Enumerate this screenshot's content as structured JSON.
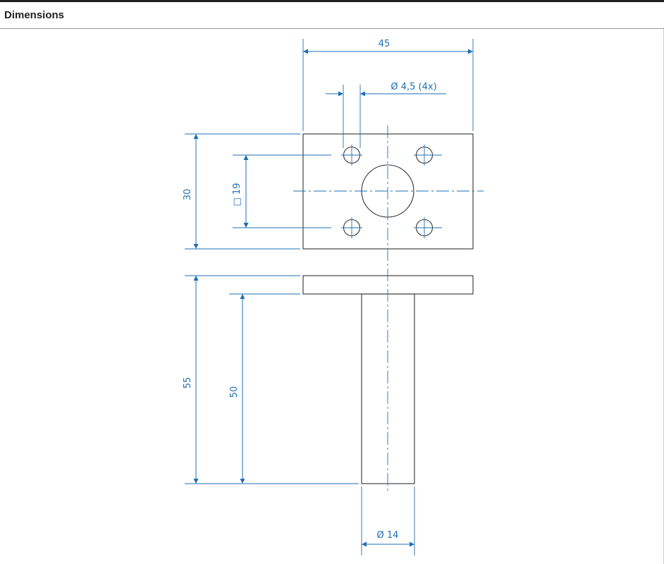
{
  "header": {
    "title": "Dimensions"
  },
  "colors": {
    "part": "#333333",
    "dimension": "#1f6fb4",
    "text": "#222222"
  },
  "dimensions": {
    "flange_width": "45",
    "hole_diameter": "Ø 4,5 (4x)",
    "flange_height": "30",
    "hole_pattern": "□ 19",
    "total_length": "55",
    "shaft_length": "50",
    "shaft_diameter": "Ø 14"
  }
}
